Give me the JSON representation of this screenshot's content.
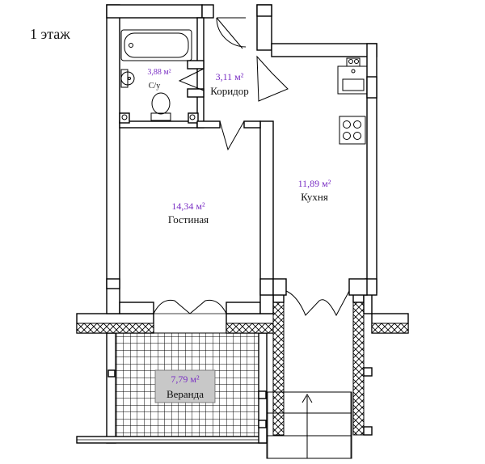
{
  "floor_label": "1 этаж",
  "rooms": {
    "bathroom": {
      "area": "3,88 м²",
      "name": "С/у"
    },
    "corridor": {
      "area": "3,11 м²",
      "name": "Коридор"
    },
    "kitchen": {
      "area": "11,89 м²",
      "name": "Кухня"
    },
    "living": {
      "area": "14,34 м²",
      "name": "Гостиная"
    },
    "veranda": {
      "area": "7,79 м²",
      "name": "Веранда"
    }
  },
  "colors": {
    "area_text": "#7a2fc4",
    "walls": "#000000",
    "veranda_label_bg": "#c8c8c8"
  }
}
